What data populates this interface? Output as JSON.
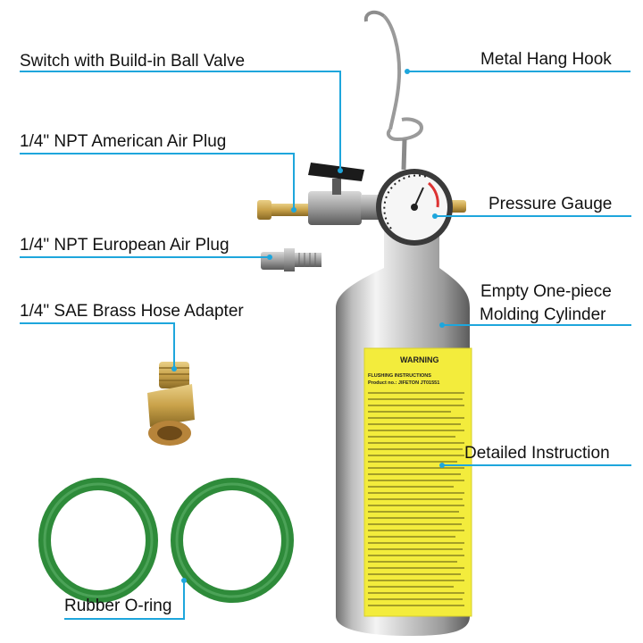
{
  "labels": {
    "switch": "Switch with Build-in Ball Valve",
    "american_plug": "1/4\" NPT American Air Plug",
    "european_plug": "1/4\" NPT European Air Plug",
    "brass_adapter": "1/4\" SAE Brass Hose Adapter",
    "oring": "Rubber O-ring",
    "hook": "Metal Hang Hook",
    "gauge": "Pressure Gauge",
    "cylinder_line1": "Empty One-piece",
    "cylinder_line2": "Molding Cylinder",
    "instruction": "Detailed Instruction"
  },
  "can_label": {
    "warning": "WARNING",
    "heading": "FLUSHING INSTRUCTIONS",
    "product": "Product no.: JIFETON JT01551"
  },
  "colors": {
    "accent_line": "#1ea6dc",
    "label_yellow": "#f3ec3c",
    "oring_green": "#2e8b3a",
    "brass": "#c9a24a"
  }
}
